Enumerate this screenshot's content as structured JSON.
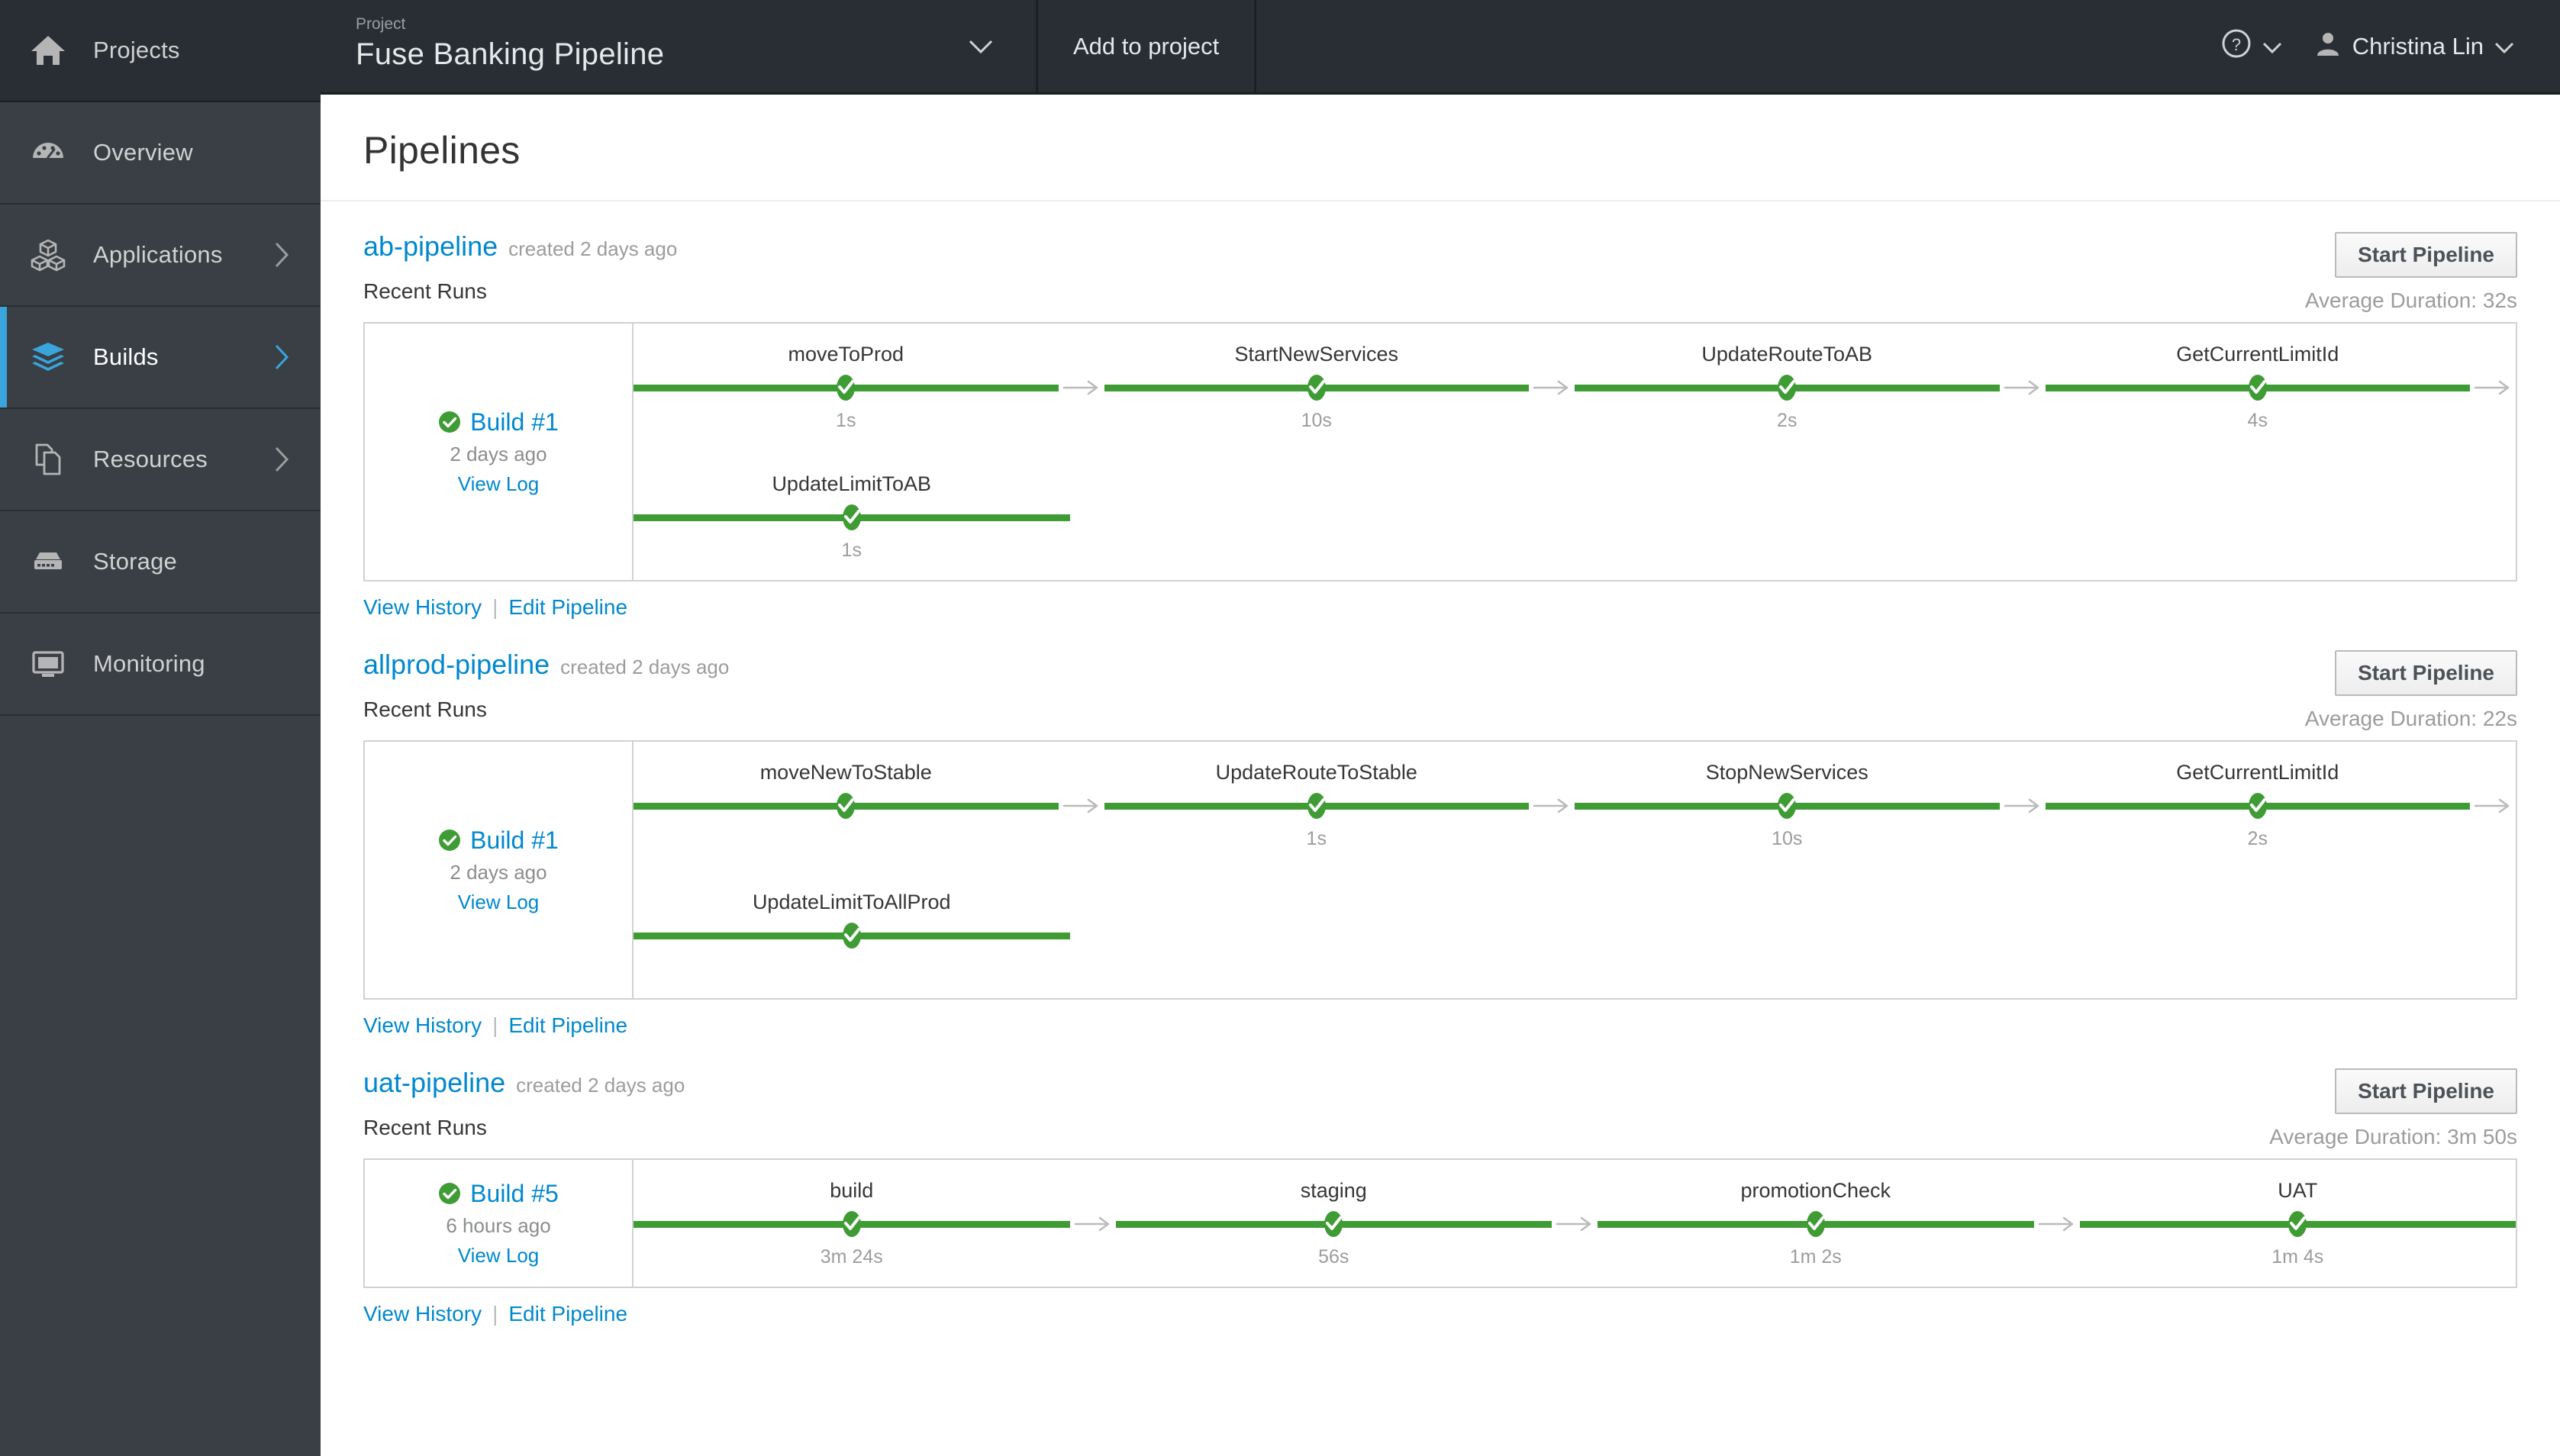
{
  "sidebar": {
    "items": [
      {
        "label": "Projects",
        "icon": "home-icon",
        "chevron": false,
        "active": false,
        "first": true
      },
      {
        "label": "Overview",
        "icon": "dashboard-icon",
        "chevron": false,
        "active": false,
        "first": false
      },
      {
        "label": "Applications",
        "icon": "cubes-icon",
        "chevron": true,
        "active": false,
        "first": false
      },
      {
        "label": "Builds",
        "icon": "layers-icon",
        "chevron": true,
        "active": true,
        "first": false
      },
      {
        "label": "Resources",
        "icon": "files-icon",
        "chevron": true,
        "active": false,
        "first": false
      },
      {
        "label": "Storage",
        "icon": "storage-icon",
        "chevron": false,
        "active": false,
        "first": false
      },
      {
        "label": "Monitoring",
        "icon": "monitor-icon",
        "chevron": false,
        "active": false,
        "first": false
      }
    ]
  },
  "topbar": {
    "project_kicker": "Project",
    "project_name": "Fuse Banking Pipeline",
    "add_to_project": "Add to project",
    "help_icon": "question-circle-icon",
    "user_icon": "user-avatar-icon",
    "user_name": "Christina Lin"
  },
  "page": {
    "title": "Pipelines"
  },
  "labels": {
    "recent_runs": "Recent Runs",
    "view_history": "View History",
    "edit_pipeline": "Edit Pipeline",
    "link_separator": "|",
    "start_pipeline": "Start Pipeline",
    "view_log": "View Log"
  },
  "colors": {
    "accent_blue": "#0088ce",
    "sidebar_active": "#39a5dc",
    "success_green": "#3f9c35",
    "sidebar_bg": "#393f44",
    "topbar_bg": "#292e34",
    "muted_text": "#9c9c9c"
  },
  "pipelines": [
    {
      "name": "ab-pipeline",
      "created": "created 2 days ago",
      "start_label": "Start Pipeline",
      "average_duration": "Average Duration: 32s",
      "build": {
        "status": "success",
        "label": "Build #1",
        "when": "2 days ago",
        "view_log": "View Log"
      },
      "stage_rows": [
        {
          "stages": [
            {
              "name": "moveToProd",
              "duration": "1s",
              "arrow_after": true
            },
            {
              "name": "StartNewServices",
              "duration": "10s",
              "arrow_after": true
            },
            {
              "name": "UpdateRouteToAB",
              "duration": "2s",
              "arrow_after": true
            },
            {
              "name": "GetCurrentLimitId",
              "duration": "4s",
              "arrow_after": true
            }
          ]
        },
        {
          "stages": [
            {
              "name": "UpdateLimitToAB",
              "duration": "1s",
              "arrow_after": false
            }
          ]
        }
      ]
    },
    {
      "name": "allprod-pipeline",
      "created": "created 2 days ago",
      "start_label": "Start Pipeline",
      "average_duration": "Average Duration: 22s",
      "build": {
        "status": "success",
        "label": "Build #1",
        "when": "2 days ago",
        "view_log": "View Log"
      },
      "stage_rows": [
        {
          "stages": [
            {
              "name": "moveNewToStable",
              "duration": "",
              "arrow_after": true
            },
            {
              "name": "UpdateRouteToStable",
              "duration": "1s",
              "arrow_after": true
            },
            {
              "name": "StopNewServices",
              "duration": "10s",
              "arrow_after": true
            },
            {
              "name": "GetCurrentLimitId",
              "duration": "2s",
              "arrow_after": true
            }
          ]
        },
        {
          "stages": [
            {
              "name": "UpdateLimitToAllProd",
              "duration": "",
              "arrow_after": false
            }
          ]
        }
      ]
    },
    {
      "name": "uat-pipeline",
      "created": "created 2 days ago",
      "start_label": "Start Pipeline",
      "average_duration": "Average Duration: 3m 50s",
      "build": {
        "status": "success",
        "label": "Build #5",
        "when": "6 hours ago",
        "view_log": "View Log"
      },
      "stage_rows": [
        {
          "stages": [
            {
              "name": "build",
              "duration": "3m 24s",
              "arrow_after": true
            },
            {
              "name": "staging",
              "duration": "56s",
              "arrow_after": true
            },
            {
              "name": "promotionCheck",
              "duration": "1m 2s",
              "arrow_after": true
            },
            {
              "name": "UAT",
              "duration": "1m 4s",
              "arrow_after": false
            }
          ]
        }
      ]
    }
  ]
}
